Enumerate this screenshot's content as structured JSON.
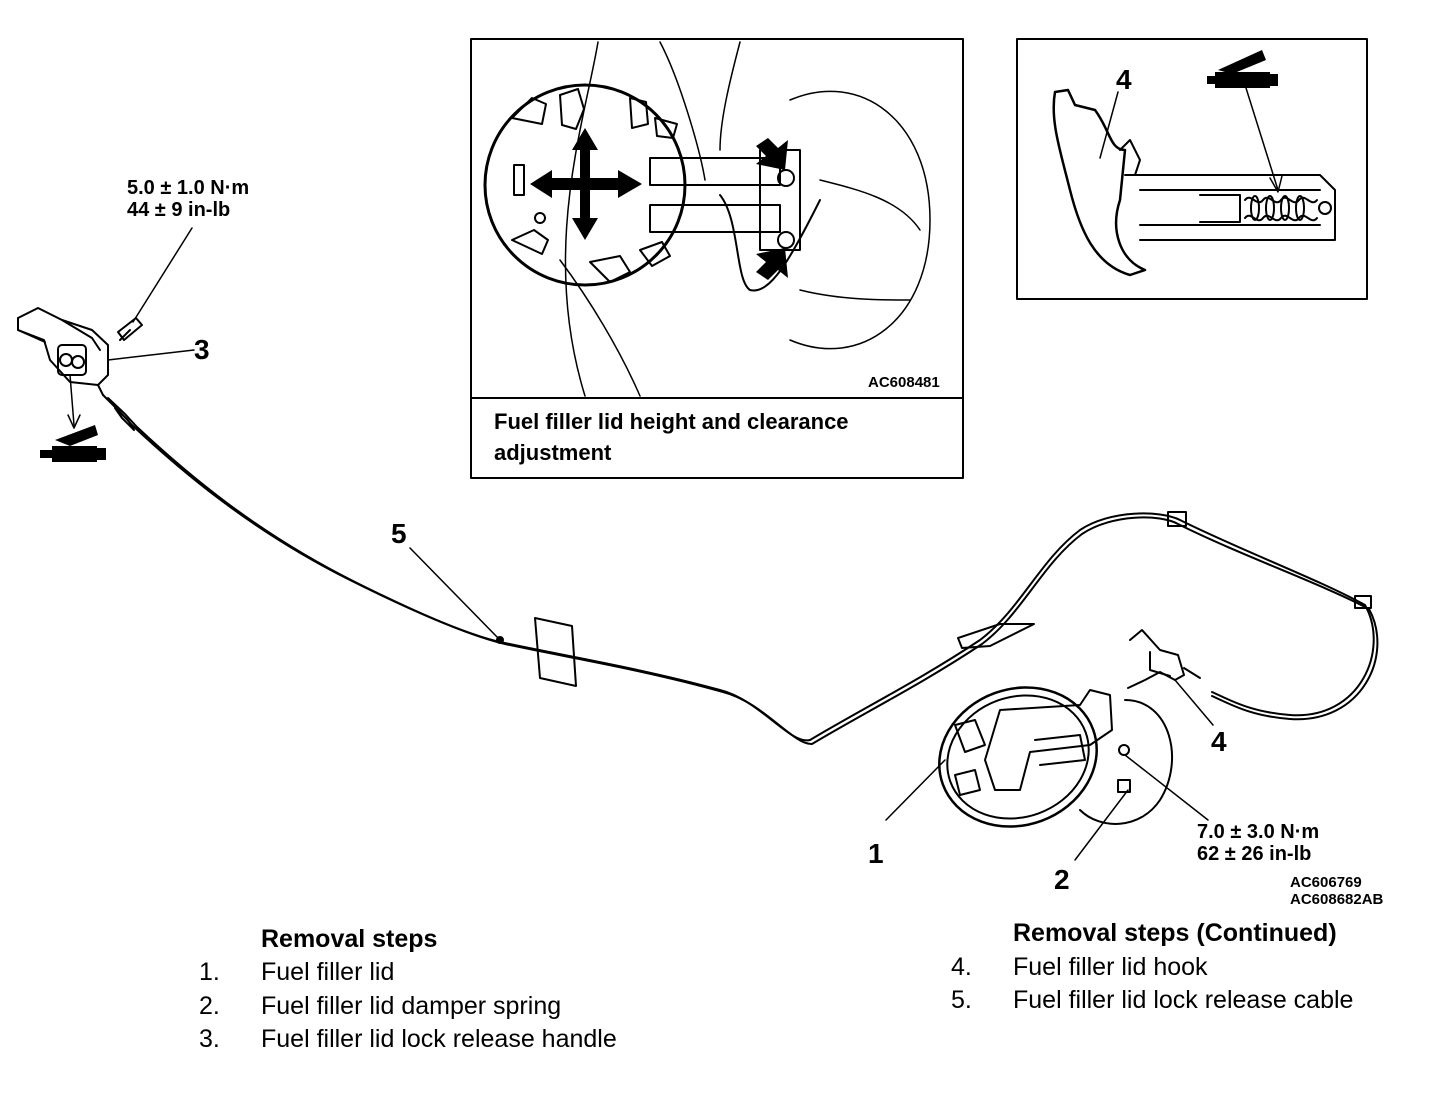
{
  "torque_handle": {
    "metric": "5.0 ± 1.0 N·m",
    "imperial": "44 ± 9 in-lb"
  },
  "torque_hook": {
    "metric": "7.0 ± 3.0 N·m",
    "imperial": "62 ± 26 in-lb"
  },
  "callouts": {
    "c1": "1",
    "c2": "2",
    "c3": "3",
    "c4_main": "4",
    "c4_inset": "4",
    "c5": "5"
  },
  "inset_adjust": {
    "code": "AC608481",
    "caption_line1": "Fuel filler lid height and clearance",
    "caption_line2": "adjustment"
  },
  "figure_codes": {
    "line1": "AC606769",
    "line2": "AC608682AB"
  },
  "removal_left": {
    "title": "Removal steps",
    "steps": [
      {
        "num": "1.",
        "text": "Fuel filler lid"
      },
      {
        "num": "2.",
        "text": "Fuel filler lid damper spring"
      },
      {
        "num": "3.",
        "text": "Fuel filler lid lock release handle"
      }
    ]
  },
  "removal_right": {
    "title": "Removal steps (Continued)",
    "steps": [
      {
        "num": "4.",
        "text": "Fuel filler lid hook"
      },
      {
        "num": "5.",
        "text": "Fuel filler lid lock release cable"
      }
    ]
  }
}
